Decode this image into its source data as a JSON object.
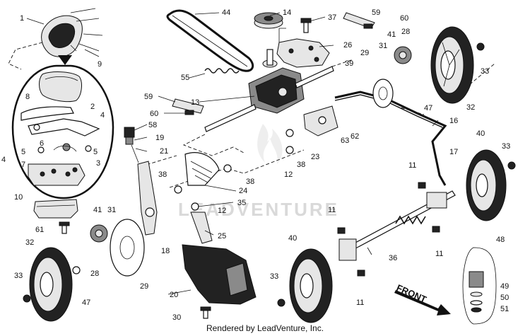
{
  "watermark": "LEADVENTURE",
  "front_label": "FRONT",
  "credit": "Rendered by LeadVenture, Inc.",
  "callouts": {
    "n1": "1",
    "n2": "2",
    "n3": "3",
    "n4a": "4",
    "n4b": "4",
    "n5a": "5",
    "n5b": "5",
    "n6": "6",
    "n7": "7",
    "n8": "8",
    "n9": "9",
    "n10": "10",
    "n11a": "11",
    "n11b": "11",
    "n11c": "11",
    "n11d": "11",
    "n12a": "12",
    "n12b": "12",
    "n13": "13",
    "n14": "14",
    "n16": "16",
    "n17": "17",
    "n18": "18",
    "n19": "19",
    "n20": "20",
    "n21": "21",
    "n23": "23",
    "n24": "24",
    "n25": "25",
    "n26": "26",
    "n28a": "28",
    "n28b": "28",
    "n29a": "29",
    "n29b": "29",
    "n30": "30",
    "n31a": "31",
    "n31b": "31",
    "n32a": "32",
    "n32b": "32",
    "n33a": "33",
    "n33b": "33",
    "n33c": "33",
    "n33d": "33",
    "n35": "35",
    "n36": "36",
    "n37": "37",
    "n38a": "38",
    "n38b": "38",
    "n38c": "38",
    "n39": "39",
    "n40a": "40",
    "n40b": "40",
    "n41a": "41",
    "n41b": "41",
    "n44": "44",
    "n47a": "47",
    "n47b": "47",
    "n48": "48",
    "n49": "49",
    "n50": "50",
    "n51": "51",
    "n55": "55",
    "n58": "58",
    "n59a": "59",
    "n59b": "59",
    "n60a": "60",
    "n60b": "60",
    "n61": "61",
    "n62": "62",
    "n63": "63"
  }
}
